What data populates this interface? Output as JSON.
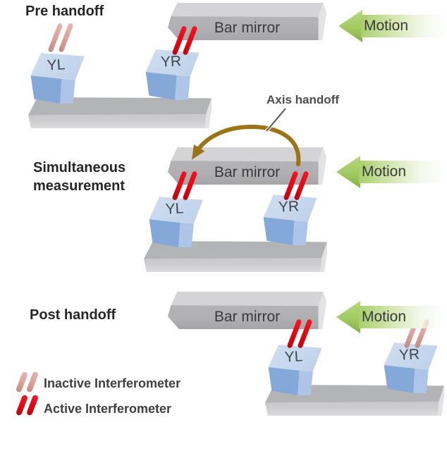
{
  "figure": {
    "annotation_axis_handoff": "Axis handoff"
  },
  "sections": [
    {
      "label": "Pre handoff",
      "bar_mirror_label": "Bar mirror",
      "motion_label": "Motion",
      "left_unit": {
        "label": "YL",
        "beam_state": "inactive"
      },
      "right_unit": {
        "label": "YR",
        "beam_state": "active"
      }
    },
    {
      "label": "Simultaneous\nmeasurement",
      "bar_mirror_label": "Bar mirror",
      "motion_label": "Motion",
      "left_unit": {
        "label": "YL",
        "beam_state": "active"
      },
      "right_unit": {
        "label": "YR",
        "beam_state": "active"
      }
    },
    {
      "label": "Post handoff",
      "bar_mirror_label": "Bar mirror",
      "motion_label": "Motion",
      "left_unit": {
        "label": "YL",
        "beam_state": "active"
      },
      "right_unit": {
        "label": "YR",
        "beam_state": "inactive"
      }
    }
  ],
  "legend": {
    "items": [
      {
        "label": "Inactive Interferometer",
        "state": "inactive"
      },
      {
        "label": "Active Interferometer",
        "state": "active"
      }
    ]
  },
  "colors": {
    "active_beam": "#e30613",
    "inactive_beam": "#d9a19a",
    "motion_arrow_green": "#9fc75e",
    "handoff_arc_brown": "#9c7315",
    "cube_blue_top": "#c7d7ec",
    "cube_blue_front": "#85aad8",
    "bar_mirror_gray": "#b2b2b4",
    "stage_gray": "#b5b6b8"
  }
}
